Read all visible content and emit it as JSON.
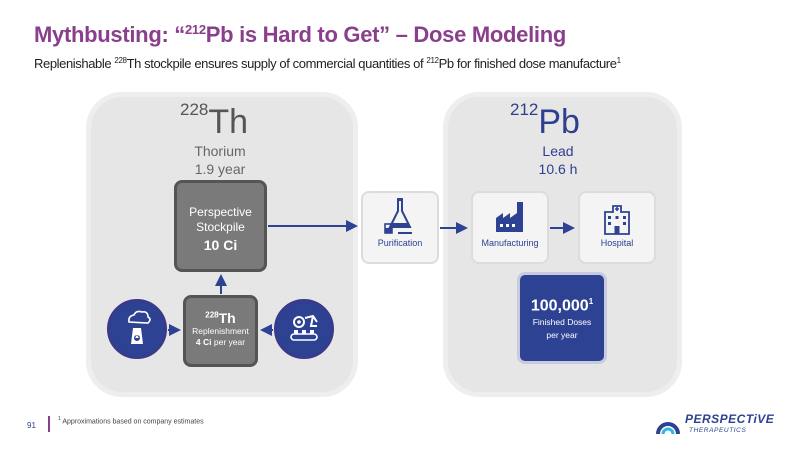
{
  "header": {
    "title_a": "Mythbusting: “",
    "title_sup": "212",
    "title_b": "Pb is Hard to Get” – Dose Modeling",
    "sub_a": "Replenishable ",
    "sub_sup1": "228",
    "sub_b": "Th stockpile ensures supply of commercial quantities of ",
    "sub_sup2": "212",
    "sub_c": "Pb for finished dose manufacture",
    "sub_sup3": "1"
  },
  "thorium": {
    "mass": "228",
    "symbol": "Th",
    "name": "Thorium",
    "half_life": "1.9 year",
    "stockpile_l1": "Perspective",
    "stockpile_l2": "Stockpile",
    "stockpile_amount": "10 Ci",
    "repl_mass": "228",
    "repl_symbol": "Th",
    "repl_label": "Replenishment",
    "repl_amount": "4 Ci",
    "repl_rate": " per year"
  },
  "lead": {
    "mass": "212",
    "symbol": "Pb",
    "name": "Lead",
    "half_life": "10.6 h",
    "doses_value": "100,000",
    "doses_sup": "1",
    "doses_l1": "Finished Doses",
    "doses_l2": "per year"
  },
  "steps": {
    "purification": "Purification",
    "manufacturing": "Manufacturing",
    "hospital": "Hospital"
  },
  "footer": {
    "page": "91",
    "note_sup": "1",
    "note": " Approximations based on company estimates",
    "logo_word": "PERSPECTiVE",
    "logo_sub": "THERAPEUTICS"
  },
  "colors": {
    "title": "#8a3f8c",
    "navy": "#2e4293",
    "panel": "#e6e6e6",
    "grey_box": "#7a7a7a"
  },
  "icons": [
    "nuclear-plant-icon",
    "robot-arm-icon",
    "flask-icon",
    "factory-icon",
    "hospital-icon",
    "logo-icon"
  ]
}
